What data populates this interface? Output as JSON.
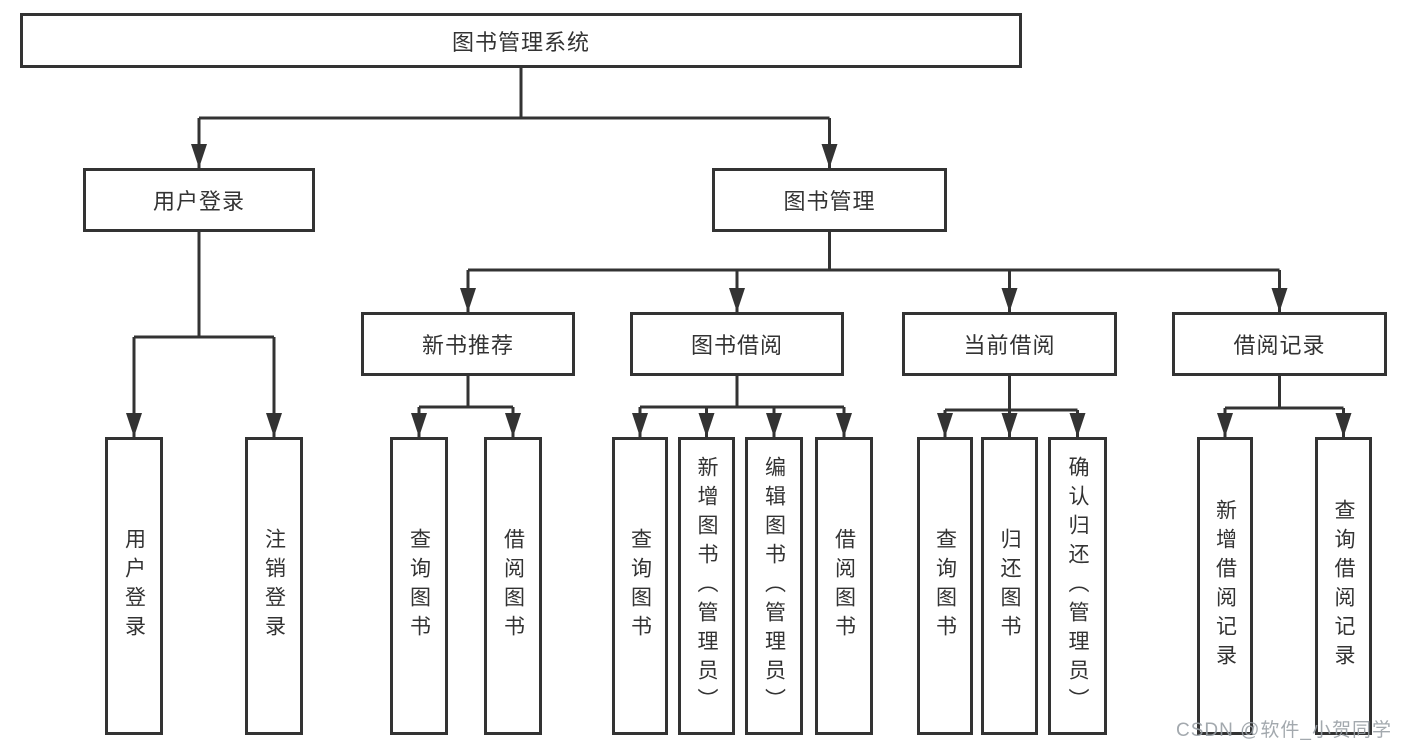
{
  "tree": {
    "root": "图书管理系统",
    "branches": [
      {
        "label": "用户登录",
        "children": [
          "用户登录",
          "注销登录"
        ]
      },
      {
        "label": "图书管理",
        "groups": [
          {
            "label": "新书推荐",
            "children": [
              "查询图书",
              "借阅图书"
            ]
          },
          {
            "label": "图书借阅",
            "children": [
              "查询图书",
              "新增图书（管理员）",
              "编辑图书（管理员）",
              "借阅图书"
            ]
          },
          {
            "label": "当前借阅",
            "children": [
              "查询图书",
              "归还图书",
              "确认归还（管理员）"
            ]
          },
          {
            "label": "借阅记录",
            "children": [
              "新增借阅记录",
              "查询借阅记录"
            ]
          }
        ]
      }
    ]
  },
  "watermark": "CSDN @软件_小贺同学",
  "colors": {
    "line": "#333333",
    "text": "#333333",
    "watermark": "#9aa0a6",
    "background": "#ffffff"
  }
}
